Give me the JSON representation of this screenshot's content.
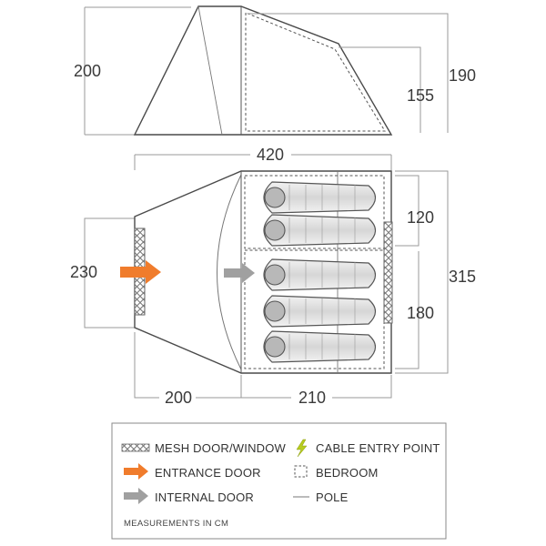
{
  "dimensions": {
    "side_height": "200",
    "bedroom_outer_height": "190",
    "bedroom_inner_height": "155",
    "total_length": "420",
    "porch_width": "230",
    "total_width": "315",
    "bedroom_front_width": "120",
    "bedroom_rear_width": "180",
    "porch_length": "200",
    "bedroom_length": "210"
  },
  "legend": {
    "mesh": "MESH DOOR/WINDOW",
    "entrance": "ENTRANCE DOOR",
    "internal": "INTERNAL DOOR",
    "cable": "CABLE ENTRY POINT",
    "bedroom": "BEDROOM",
    "pole": "POLE",
    "note": "MEASUREMENTS IN CM"
  },
  "colors": {
    "entrance_arrow": "#f07c2c",
    "internal_arrow": "#a0a0a0",
    "cable_icon": "#b7cc1f",
    "bag_fill": "#d8d8d8",
    "mesh": "#777777"
  },
  "icons": {
    "mesh": "mesh-pattern-icon",
    "entrance": "orange-arrow-icon",
    "internal": "grey-arrow-icon",
    "cable": "lightning-bolt-icon",
    "bedroom": "dashed-square-icon",
    "pole": "line-icon"
  }
}
